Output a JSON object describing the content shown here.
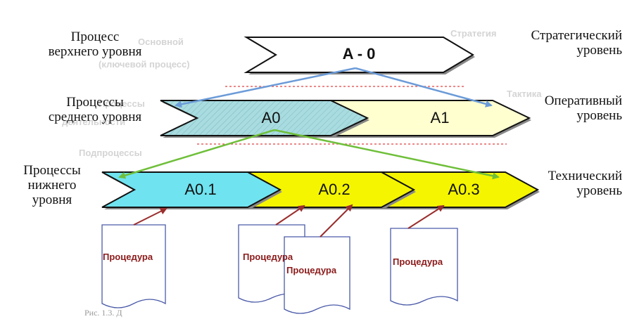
{
  "levels": {
    "top": {
      "left": "Процесс\nверхнего уровня",
      "right": "Стратегический\nуровень"
    },
    "middle": {
      "left": "Процессы\nсреднего уровня",
      "right": "Оперативный\nуровень"
    },
    "bottom": {
      "left": "Процессы\nнижнего\nуровня",
      "right": "Технический\nуровень"
    }
  },
  "processes": {
    "a_0": "A - 0",
    "a0": "A0",
    "a1": "A1",
    "a0_1": "A0.1",
    "a0_2": "A0.2",
    "a0_3": "A0.3"
  },
  "ghost": {
    "main": "Основной",
    "main2": "(ключевой процесс)",
    "strategy": "Стратегия",
    "tactic": "Тактика",
    "sub": "Подпроцессы",
    "sub2": "Процессы",
    "sub3": "деятельности"
  },
  "documents": [
    "Процедура",
    "Процедура",
    "Процедура",
    "Процедура"
  ],
  "caption": "Рис. 1.3. Д",
  "colors": {
    "white_shape": "#ffffff",
    "teal_hatched": "#a8dce0",
    "cream": "#ffffd0",
    "cyan": "#6fe3f0",
    "yellow": "#f5f500",
    "blue_arrow": "#6b9bd8",
    "green_arrow": "#6fbf3a",
    "red_arrow": "#9b2d2d",
    "dotted": "#e04040"
  }
}
